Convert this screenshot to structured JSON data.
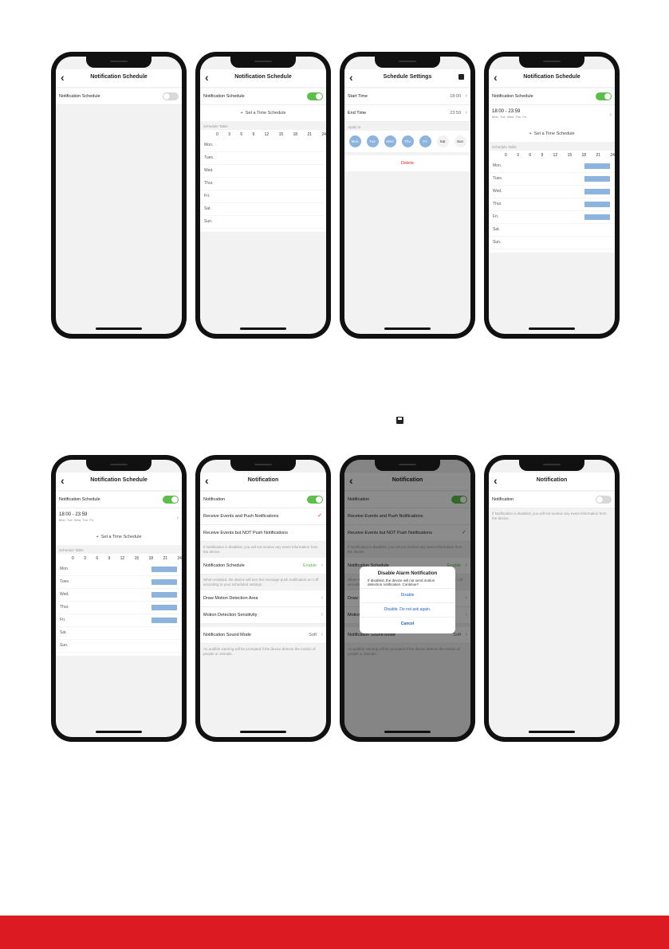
{
  "colors": {
    "accent": "#e0242a",
    "toggle_on": "#5cbf49",
    "bar": "#8db4de",
    "footer": "#db1a22"
  },
  "hours": [
    "0",
    "3",
    "6",
    "9",
    "12",
    "15",
    "18",
    "21",
    "24"
  ],
  "days": [
    "Mon.",
    "Tues.",
    "Wed.",
    "Thur.",
    "Fri.",
    "Sat.",
    "Sun."
  ],
  "screen_notification_schedule": {
    "title": "Notification Schedule",
    "toggle_label": "Notification Schedule",
    "add_label": "Set a Time Schedule",
    "table_label": "Schedule Table",
    "schedule_time": "18:00 - 23:59",
    "schedule_days": "Mon.  Tue.  Wed.  Thu.  Fri."
  },
  "screen_schedule_settings": {
    "title": "Schedule Settings",
    "start_label": "Start Time",
    "start_value": "18:00",
    "end_label": "End Time",
    "end_value": "23:59",
    "apply_label": "Apply to",
    "day_buttons": [
      "Mon",
      "Tue",
      "Wed",
      "Thu",
      "Fri",
      "Sat",
      "Sun"
    ],
    "delete_label": "Delete"
  },
  "screen_notification": {
    "title": "Notification",
    "notification_label": "Notification",
    "receive_push": "Receive Events and Push Notifications",
    "receive_no_push": "Receive Events but NOT Push Notifications",
    "disabled_desc": "If Notification is disabled, you will not receive any event information from the device.",
    "schedule_label": "Notification Schedule",
    "schedule_value": "Enable",
    "schedule_desc": "When enabled, the device will turn the message push notification on / off according to your scheduled settings.",
    "draw_area": "Draw Motion Detection Area",
    "sensitivity": "Motion Detection Sensitivity",
    "sound_label": "Notification Sound Mode",
    "sound_value": "Soft",
    "sound_desc": "An audible warning will be prompted if the device detects the motion of people or animals."
  },
  "dialog": {
    "title": "Disable Alarm Notification",
    "message": "If disabled, the device will not send motion detection notification. Continue?",
    "disable": "Disable",
    "disable_no_ask": "Disable. Do not ask again.",
    "cancel": "Cancel"
  }
}
